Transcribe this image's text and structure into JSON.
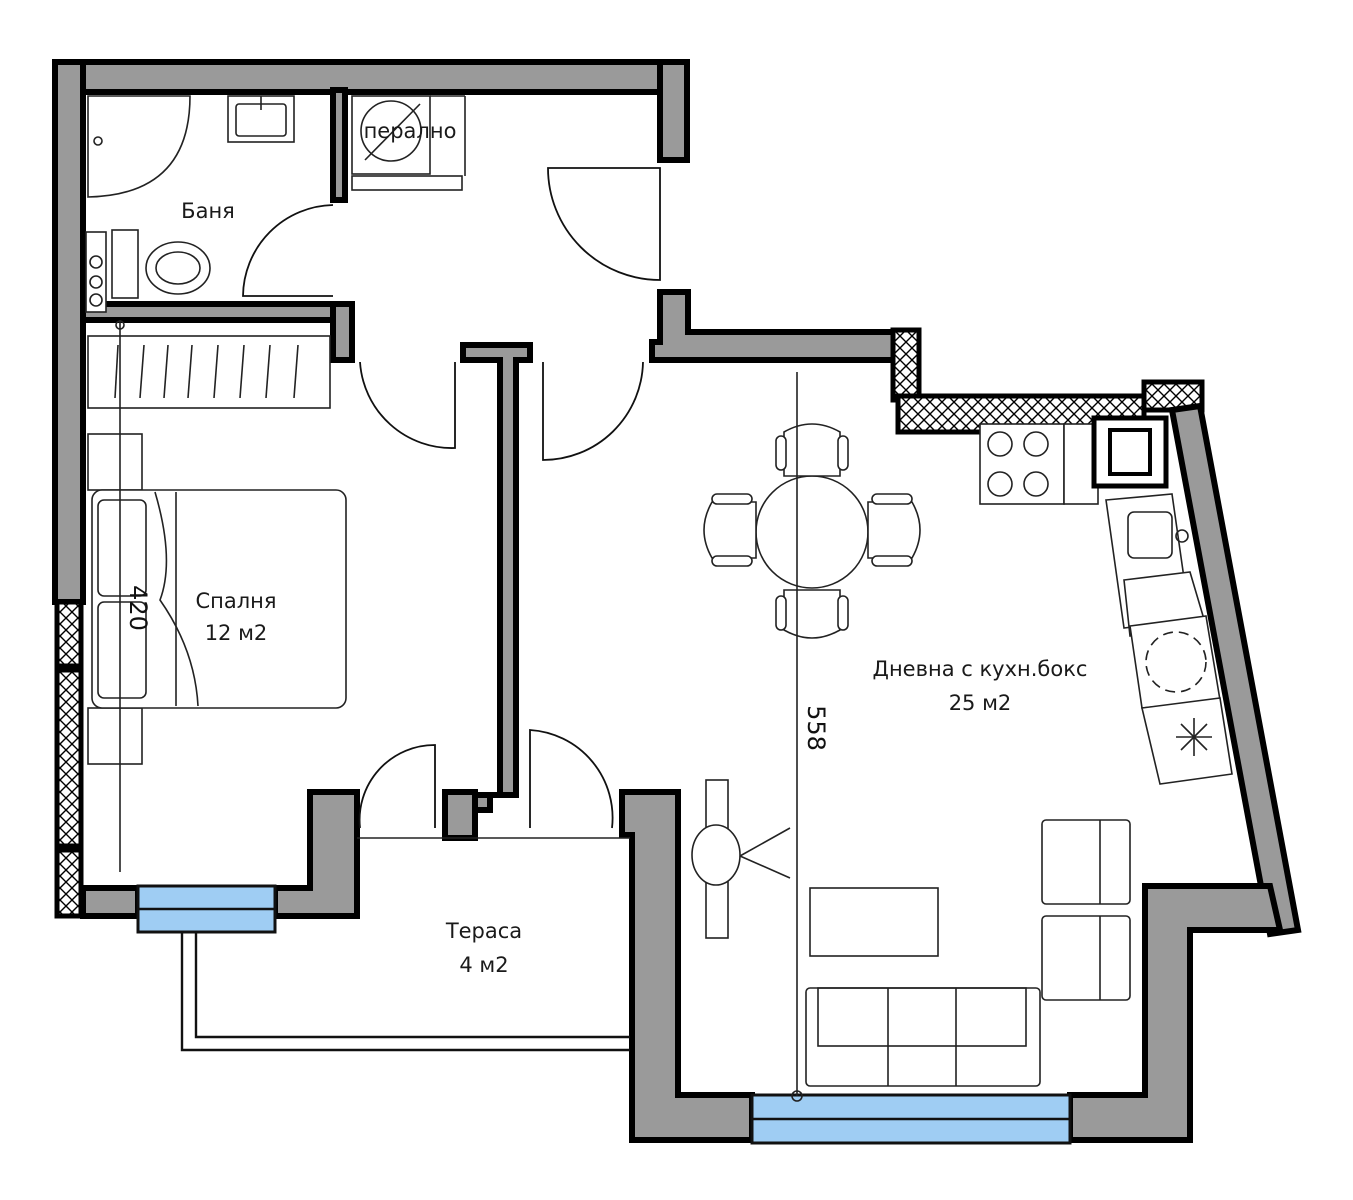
{
  "rooms": {
    "bathroom": {
      "name": "Баня"
    },
    "laundry": {
      "name": "перално"
    },
    "bedroom": {
      "name": "Спалня",
      "area": "12 м2"
    },
    "living": {
      "name": "Дневна с кухн.бокс",
      "area": "25 м2"
    },
    "terrace": {
      "name": "Тераса",
      "area": "4 м2"
    }
  },
  "dimensions": {
    "bedroom_length": "420",
    "living_length": "558"
  },
  "colors": {
    "wall_fill": "#9a9a9a",
    "window_glass": "#9fcdf3",
    "line": "#000000"
  }
}
